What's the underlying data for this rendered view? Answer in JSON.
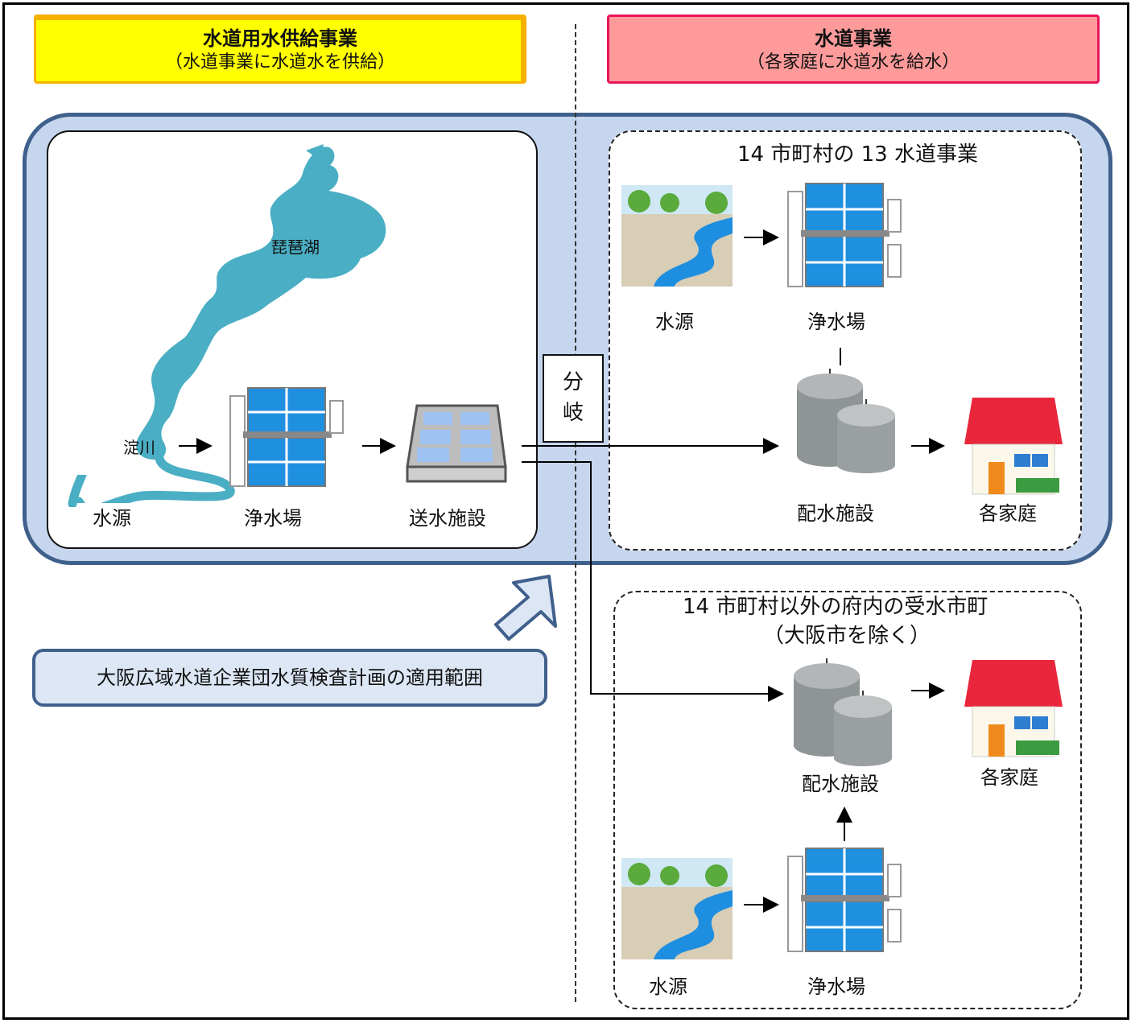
{
  "header_left": {
    "title": "水道用水供給事業",
    "subtitle": "（水道事業に水道水を供給）"
  },
  "header_right": {
    "title": "水道事業",
    "subtitle": "（各家庭に水道水を給水）"
  },
  "left_section": {
    "lake_label": "琵琶湖",
    "river_label": "淀川",
    "water_source": "水源",
    "purification_plant": "浄水場",
    "transmission_facility": "送水施設"
  },
  "branch_label": [
    "分",
    "岐"
  ],
  "box_13": {
    "title": "14 市町村の 13 水道事業",
    "water_source": "水源",
    "purification_plant": "浄水場",
    "distribution_facility": "配水施設",
    "households": "各家庭"
  },
  "box_other": {
    "title_line1": "14 市町村以外の府内の受水市町",
    "title_line2": "（大阪市を除く）",
    "distribution_facility": "配水施設",
    "households": "各家庭",
    "water_source": "水源",
    "purification_plant": "浄水場"
  },
  "scope_label": "大阪広域水道企業団水質検査計画の適用範囲",
  "colors": {
    "scope_fill": "#c5d6ee",
    "scope_border": "#40608c",
    "lake": "#4aaec4",
    "header_left": "#ffff00",
    "header_right": "#ff9a9a"
  }
}
